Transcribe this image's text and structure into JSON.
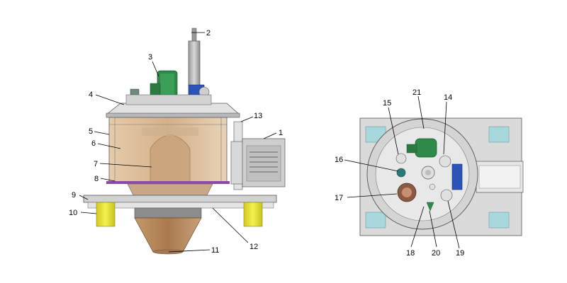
{
  "labels": {
    "l1": "1",
    "l2": "2",
    "l3": "3",
    "l4": "4",
    "l5": "5",
    "l6": "6",
    "l7": "7",
    "l8": "8",
    "l9": "9",
    "l10": "10",
    "l11": "11",
    "l12": "12",
    "l13": "13",
    "l14": "14",
    "l15": "15",
    "l16": "16",
    "l17": "17",
    "l18": "18",
    "l19": "19",
    "l20": "20",
    "l21": "21"
  },
  "colors": {
    "frame_grey": "#c8c8c8",
    "frame_dark": "#8a8a8a",
    "basket_tan": "#d7b894",
    "cone_brown": "#b8875a",
    "motor_green": "#2f8a4a",
    "bearing_yellow": "#e7e33a",
    "cylinder_blue": "#2a54b8",
    "ring_purple": "#8a4aa8",
    "window_cyan": "#a8d8dc"
  }
}
